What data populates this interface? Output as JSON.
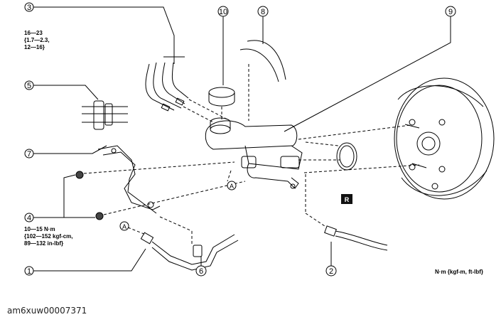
{
  "callouts": [
    "1",
    "2",
    "3",
    "4",
    "5",
    "6",
    "7",
    "8",
    "9",
    "10"
  ],
  "specs": {
    "item3": "16—23\n{1.7—2.3,\n12—16}",
    "item4": "10—15 N·m\n{102—152 kgf-cm,\n89—132 in-lbf}"
  },
  "units_note": "N·m {kgf-m, ft-lbf}",
  "reference_letter": "A",
  "replace_mark": "R",
  "caption": "am6xuw00007371"
}
